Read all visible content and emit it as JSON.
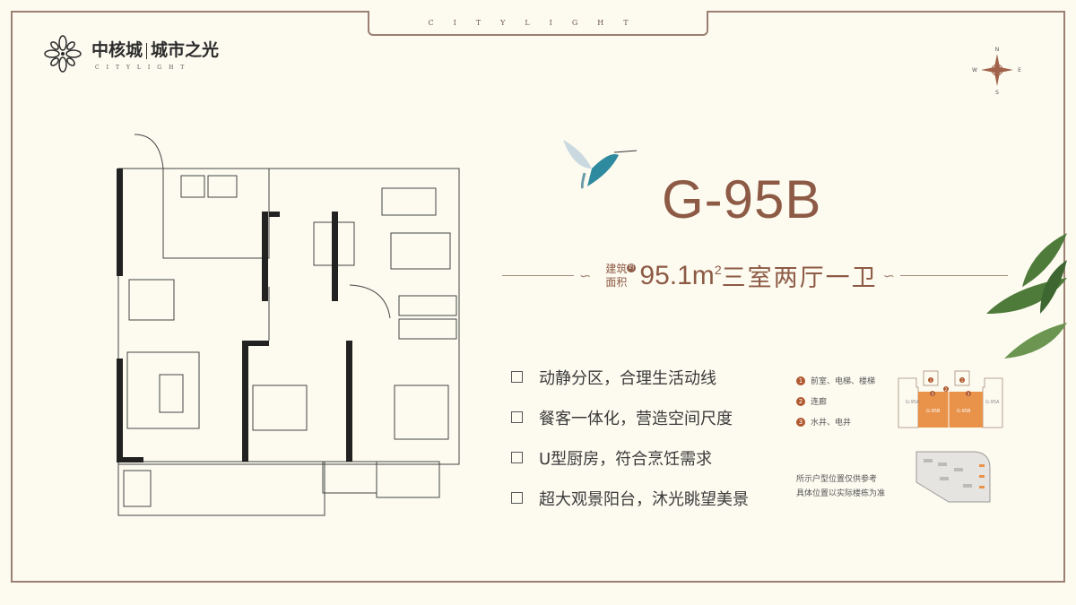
{
  "header": {
    "banner": "CITYLIGHT",
    "logo": {
      "brand": "中核城",
      "project": "城市之光",
      "subtitle": "CITYLIGHT"
    }
  },
  "compass": {
    "n": "N",
    "e": "E",
    "s": "S",
    "w": "W"
  },
  "unit": {
    "name": "G-95B",
    "area_label_1": "建筑",
    "area_label_2": "面积",
    "area_badge": "约",
    "area": "95.1m",
    "area_sup": "2",
    "layout": "三室两厅一卫"
  },
  "features": [
    "动静分区，合理生活动线",
    "餐客一体化，营造空间尺度",
    "U型厨房，符合烹饪需求",
    "超大观景阳台，沐光眺望美景"
  ],
  "legend": [
    {
      "num": "1",
      "label": "前室、电梯、楼梯"
    },
    {
      "num": "2",
      "label": "连廊"
    },
    {
      "num": "3",
      "label": "水井、电井"
    }
  ],
  "keyplan": {
    "labels": [
      "G-95A",
      "G-95B",
      "G-95B",
      "G-95A"
    ],
    "nums": [
      "1",
      "1",
      "2",
      "3",
      "3"
    ],
    "highlight": "#e8924a"
  },
  "note": [
    "所示户型位置仅供参考",
    "具体位置以实际楼栋为准"
  ],
  "colors": {
    "accent": "#8d5a45",
    "frame": "#9b7f72",
    "background": "#fdfbf0"
  }
}
